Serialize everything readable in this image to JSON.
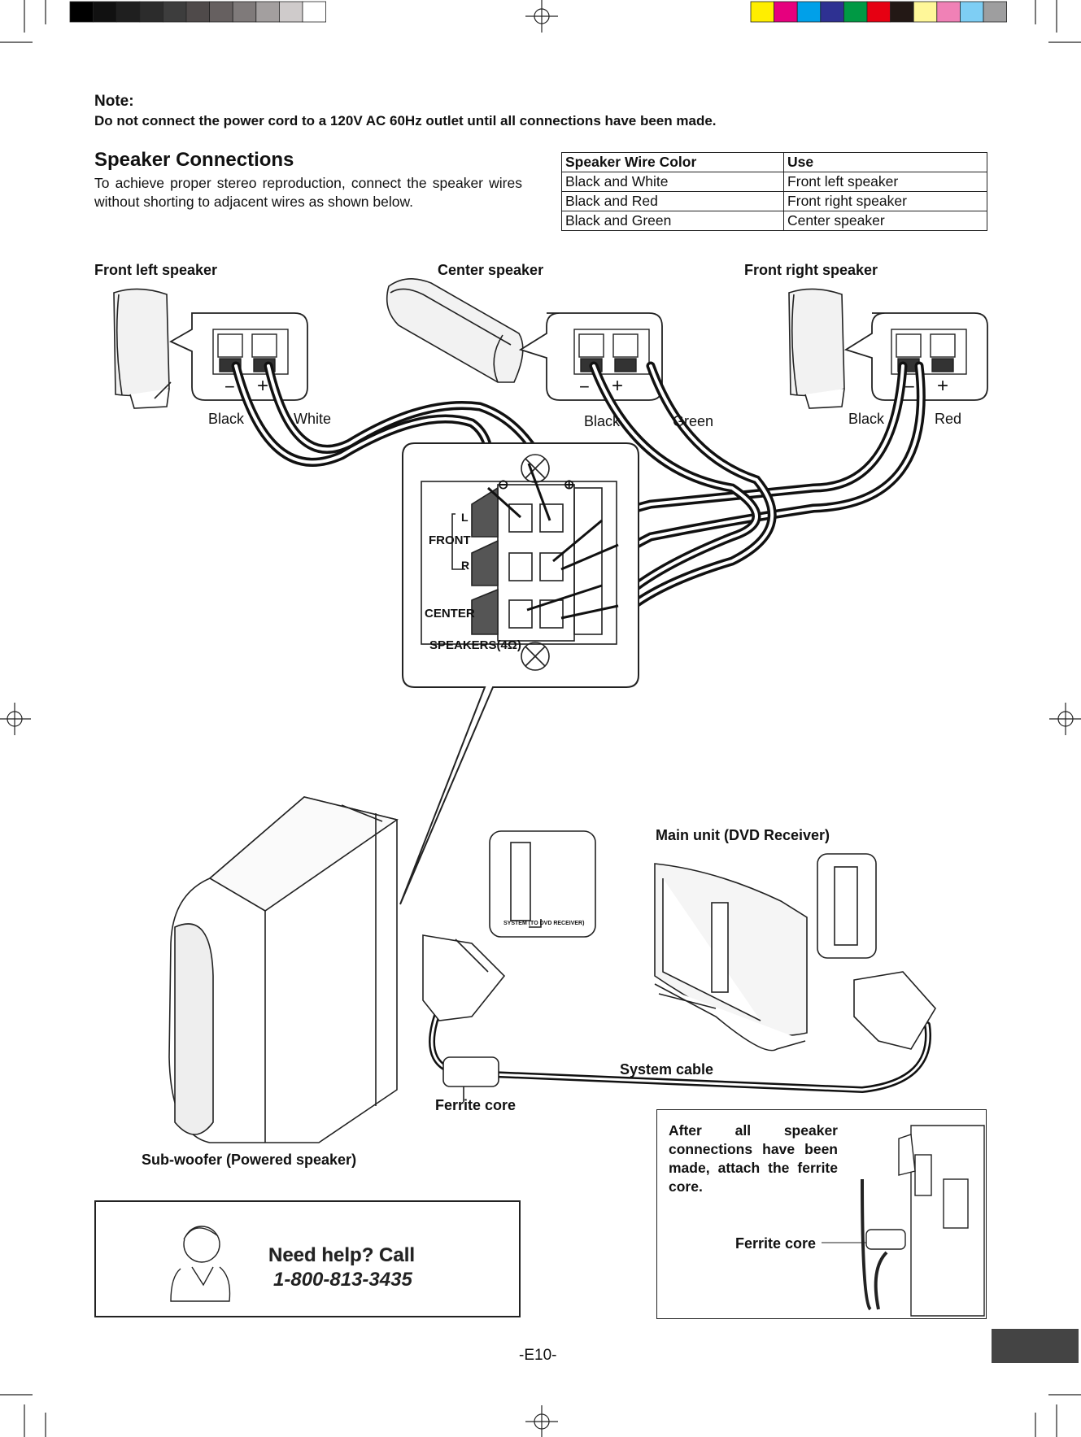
{
  "note": {
    "heading": "Note:",
    "text": "Do not connect the power cord to a 120V AC 60Hz outlet until all connections have been made."
  },
  "section": {
    "title": "Speaker Connections",
    "intro": "To achieve proper stereo reproduction, connect the speaker wires without shorting to adjacent wires as shown below."
  },
  "wire_table": {
    "headers": [
      "Speaker Wire Color",
      "Use"
    ],
    "rows": [
      [
        "Black and White",
        "Front left speaker"
      ],
      [
        "Black and Red",
        "Front right speaker"
      ],
      [
        "Black and Green",
        "Center speaker"
      ]
    ]
  },
  "diagram": {
    "front_left": "Front left speaker",
    "center": "Center speaker",
    "front_right": "Front right speaker",
    "fl_wire_neg": "Black",
    "fl_wire_pos": "White",
    "c_wire_neg": "Black",
    "c_wire_pos": "Green",
    "fr_wire_neg": "Black",
    "fr_wire_pos": "Red",
    "minus": "−",
    "plus": "+",
    "panel_front": "FRONT",
    "panel_l": "L",
    "panel_r": "R",
    "panel_center": "CENTER",
    "panel_speakers": "SPEAKERS(4Ω)",
    "panel_minus": "⊖",
    "panel_plus": "⊕",
    "system_port": "SYSTEM (TO DVD RECEIVER)",
    "main_unit": "Main unit (DVD Receiver)",
    "system_cable": "System cable",
    "ferrite_core": "Ferrite core",
    "subwoofer": "Sub-woofer (Powered speaker)"
  },
  "help": {
    "line1": "Need help? Call",
    "line2": "1-800-813-3435"
  },
  "ferrite_note": {
    "text": "After all speaker connections have been made, attach the ferrite core.",
    "label": "Ferrite core"
  },
  "page_number": "-E10-",
  "colors": {
    "ink": "#111111",
    "gray_bar": [
      "#000000",
      "#111111",
      "#1f1f1f",
      "#2c2c2c",
      "#3d3d3d",
      "#4f4a4a",
      "#666060",
      "#7f7a7a",
      "#a39f9f",
      "#cfcbcb",
      "#ffffff"
    ],
    "color_bar": [
      "#ffee00",
      "#e6007e",
      "#00a0e9",
      "#2e3192",
      "#009944",
      "#e60012",
      "#231815",
      "#fff799",
      "#f081b6",
      "#7ecef4",
      "#9e9e9f"
    ]
  }
}
